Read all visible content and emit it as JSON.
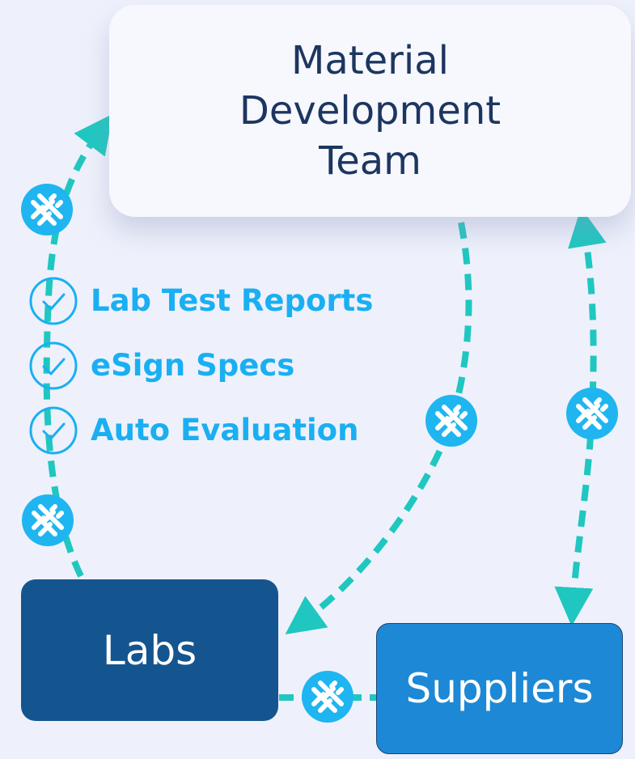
{
  "diagram": {
    "nodes": {
      "team": "Material\nDevelopment\nTeam",
      "labs": "Labs",
      "suppliers": "Suppliers"
    },
    "checklist": [
      {
        "label": "Lab Test Reports",
        "icon": "check-circle-icon"
      },
      {
        "label": "eSign Specs",
        "icon": "check-circle-icon"
      },
      {
        "label": "Auto Evaluation",
        "icon": "check-circle-icon"
      }
    ],
    "connector_icon": "woven-knot-icon",
    "colors": {
      "background": "#EEF1FB",
      "team_box": "#F7F8FE",
      "team_text": "#1D3660",
      "labs_box": "#15558F",
      "suppliers_box": "#1D88D6",
      "accent_text": "#1AAFF2",
      "connector": "#1FC7C0",
      "hub": "#1FB5F0"
    }
  }
}
